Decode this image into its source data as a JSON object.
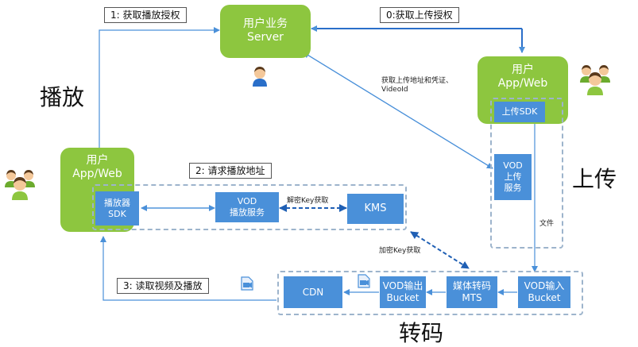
{
  "boxes": {
    "server": {
      "line1": "用户业务",
      "line2": "Server"
    },
    "app_upload": {
      "line1": "用户",
      "line2": "App/Web"
    },
    "app_play": {
      "line1": "用户",
      "line2": "App/Web"
    },
    "upload_sdk": "上传SDK",
    "vod_upload": {
      "line1": "VOD",
      "line2": "上传",
      "line3": "服务"
    },
    "player_sdk": {
      "line1": "播放器",
      "line2": "SDK"
    },
    "vod_play": {
      "line1": "VOD",
      "line2": "播放服务"
    },
    "kms": "KMS",
    "cdn": "CDN",
    "vod_out": {
      "line1": "VOD输出",
      "line2": "Bucket"
    },
    "mts": {
      "line1": "媒体转码",
      "line2": "MTS"
    },
    "vod_in": {
      "line1": "VOD输入",
      "line2": "Bucket"
    }
  },
  "steps": {
    "s0": "0:获取上传授权",
    "s1": "1: 获取播放授权",
    "s2": "2: 请求播放地址",
    "s3": "3: 读取视频及播放"
  },
  "notes": {
    "upload_addr_line1": "获取上传地址和凭证、",
    "upload_addr_line2": "VideoId",
    "decrypt_key": "解密Key获取",
    "encrypt_key": "加密Key获取",
    "file": "文件"
  },
  "sections": {
    "play": "播放",
    "upload": "上传",
    "transcode": "转码"
  },
  "colors": {
    "green": "#8dc63f",
    "blue": "#4a90d9",
    "arrow": "#4a90d9",
    "dash_border": "#9db4cc"
  },
  "icons": [
    "user-icon",
    "user-group-icon",
    "video-file-icon"
  ]
}
